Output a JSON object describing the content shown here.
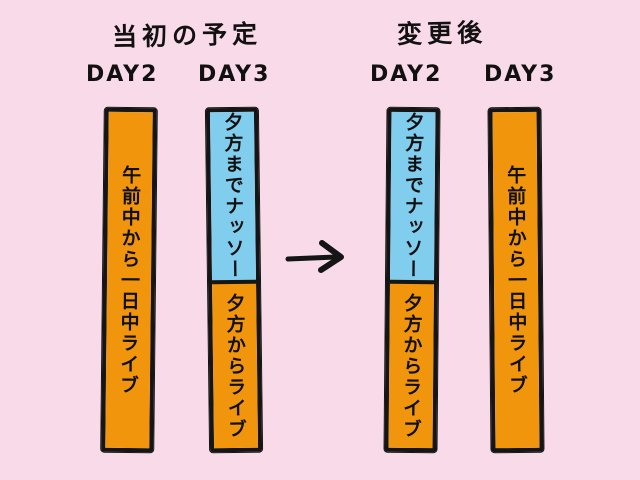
{
  "background_color": "#f9dae8",
  "colors": {
    "orange": "#f1960c",
    "blue": "#80cdee",
    "ink": "#151515",
    "background": "#f9dae8"
  },
  "sections": [
    {
      "title": "当初の予定"
    },
    {
      "title": "変更後"
    }
  ],
  "arrow": {
    "name": "right-arrow",
    "glyph": "→"
  },
  "columns": [
    {
      "id": "before-day2",
      "day_label": "DAY2",
      "segments": [
        {
          "color": "orange",
          "text": "午前中から一日中ライブ",
          "share": 100
        }
      ]
    },
    {
      "id": "before-day3",
      "day_label": "DAY3",
      "segments": [
        {
          "color": "blue",
          "text": "夕方までナッソー",
          "share": 47
        },
        {
          "color": "orange",
          "text": "夕方からライブ",
          "share": 53
        }
      ]
    },
    {
      "id": "after-day2",
      "day_label": "DAY2",
      "segments": [
        {
          "color": "blue",
          "text": "夕方までナッソー",
          "share": 47
        },
        {
          "color": "orange",
          "text": "夕方からライブ",
          "share": 53
        }
      ]
    },
    {
      "id": "after-day3",
      "day_label": "DAY3",
      "segments": [
        {
          "color": "orange",
          "text": "午前中から一日中ライブ",
          "share": 100
        }
      ]
    }
  ]
}
